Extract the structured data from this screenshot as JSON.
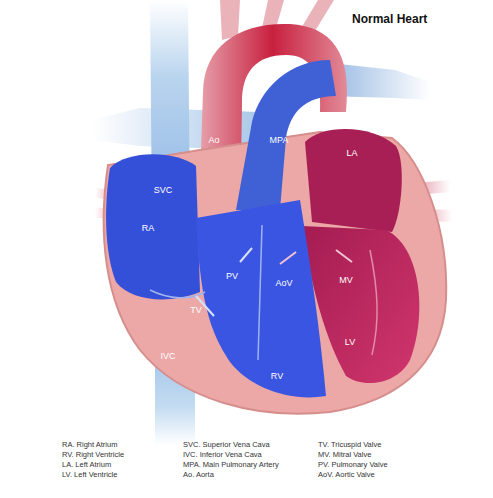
{
  "diagram": {
    "title": "Normal Heart",
    "labels": [
      "Ao",
      "MPA",
      "SVC",
      "LA",
      "RA",
      "PV",
      "AoV",
      "MV",
      "TV",
      "RV",
      "LV",
      "IVC",
      "RA. Right Atrium",
      "RV. Right Ventricle",
      "LA. Left Atrium",
      "LV. Left Ventricle",
      "SVC. Superior Vena Cava",
      "IVC. Inferior Vena Cava",
      "MPA. Main Pulmonary Artery",
      "Ao. Aorta",
      "TV. Tricuspid Valve",
      "MV. Mitral Valve",
      "PV. Pulmonary Valve",
      "AoV. Aortic Valve"
    ]
  }
}
